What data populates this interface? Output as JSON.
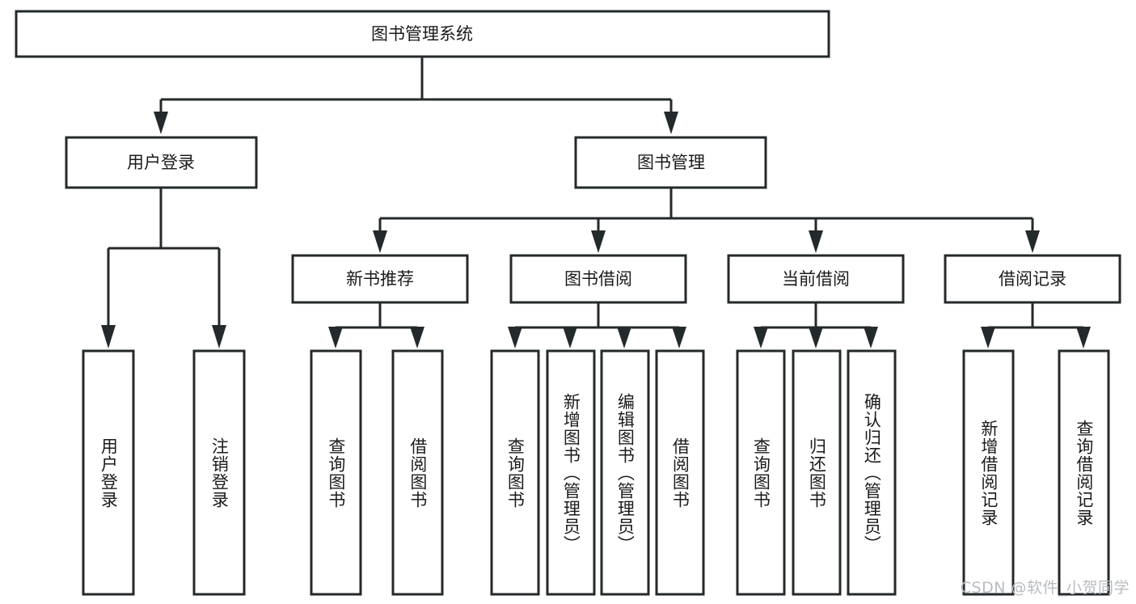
{
  "diagram": {
    "title": "图书管理系统",
    "type": "tree-hierarchy-flowchart",
    "colors": {
      "stroke": "#24292b",
      "fill": "#ffffff",
      "text": "#1b1b1b",
      "watermark": "#b9bcc0",
      "background": "#ffffff"
    },
    "root": {
      "label": "图书管理系统"
    },
    "level2": [
      {
        "label": "用户登录"
      },
      {
        "label": "图书管理"
      }
    ],
    "level3": [
      {
        "label": "新书推荐"
      },
      {
        "label": "图书借阅"
      },
      {
        "label": "当前借阅"
      },
      {
        "label": "借阅记录"
      }
    ],
    "leaves": {
      "user_login": [
        {
          "label": "用户登录"
        },
        {
          "label": "注销登录"
        }
      ],
      "new_book_recommend": [
        {
          "label": "查询图书"
        },
        {
          "label": "借阅图书"
        }
      ],
      "book_borrow": [
        {
          "label": "查询图书"
        },
        {
          "label": "新增图书（管理员）"
        },
        {
          "label": "编辑图书（管理员）"
        },
        {
          "label": "借阅图书"
        }
      ],
      "current_borrow": [
        {
          "label": "查询图书"
        },
        {
          "label": "归还图书"
        },
        {
          "label": "确认归还（管理员）"
        }
      ],
      "borrow_records": [
        {
          "label": "新增借阅记录"
        },
        {
          "label": "查询借阅记录"
        }
      ]
    },
    "watermark": "CSDN @软件_小贺同学"
  }
}
